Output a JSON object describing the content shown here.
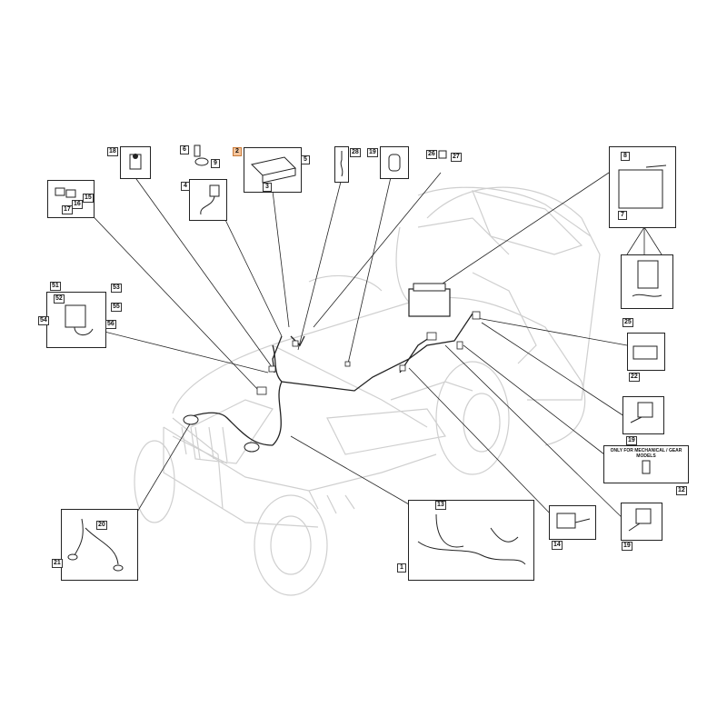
{
  "labels": {
    "n1": "1",
    "n2": "2",
    "n3": "3",
    "n4": "4",
    "n5": "5",
    "n6": "6",
    "n7": "7",
    "n8": "8",
    "n9": "9",
    "n12": "12",
    "n13": "13",
    "n14": "14",
    "n15": "15",
    "n16": "16",
    "n17": "17",
    "n18": "18",
    "n19": "19",
    "n20": "20",
    "n21": "21",
    "n22": "22",
    "n25": "25",
    "n26": "26",
    "n27": "27",
    "n28": "28",
    "n51": "51",
    "n52": "52",
    "n53": "53",
    "n54": "54",
    "n55": "55",
    "n56": "56"
  },
  "note_text": "ONLY FOR MECHANICAL / GEAR MODELS",
  "colors": {
    "line": "#222222",
    "ghost": "#cfcfcf",
    "highlight": "#f5c49a"
  }
}
